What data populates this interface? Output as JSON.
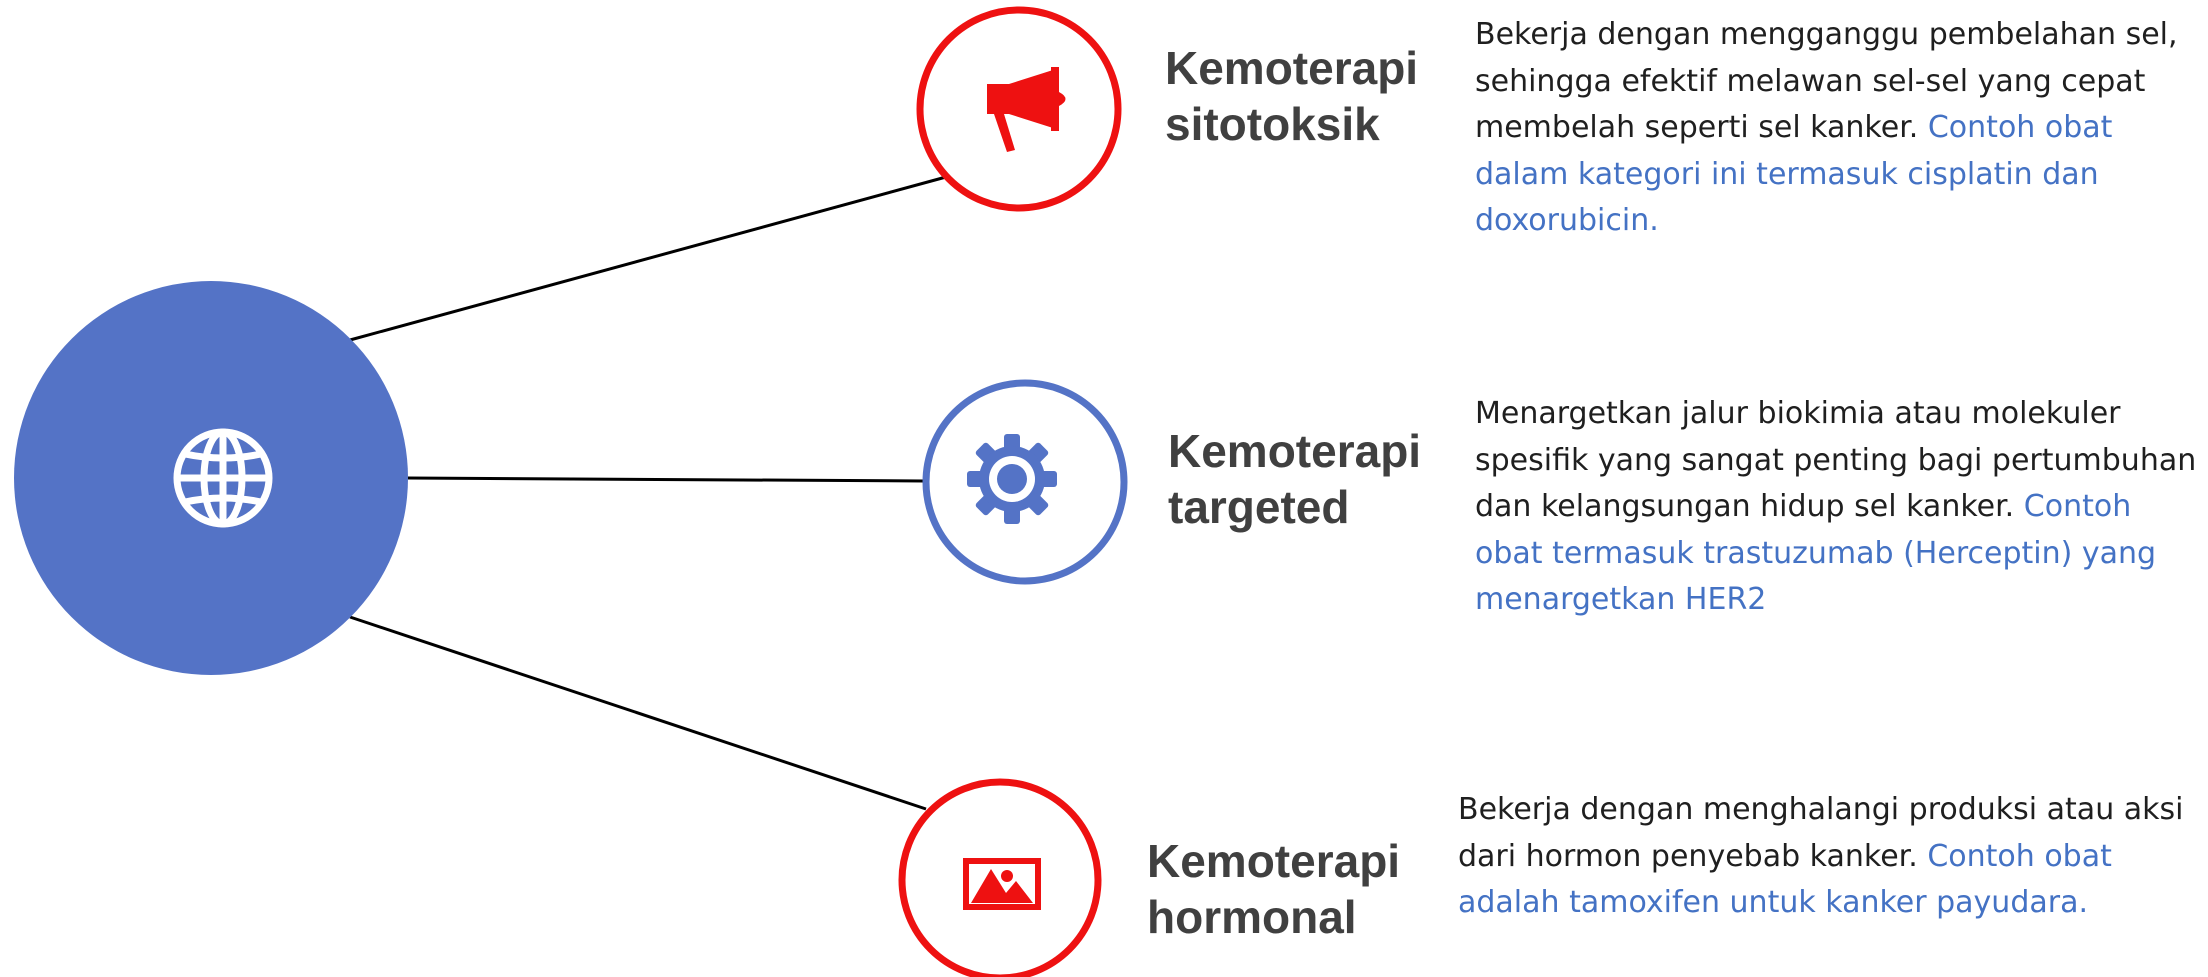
{
  "colors": {
    "hub_fill": "#5473c6",
    "red_accent": "#ee1111",
    "blue_accent": "#5473c6",
    "example_text": "#4472c4",
    "title_text": "#404040",
    "body_text": "#1f1f1f"
  },
  "hub": {
    "icon": "globe-icon"
  },
  "items": [
    {
      "title_line1": "Kemoterapi",
      "title_line2": "sitotoksik",
      "icon": "megaphone-icon",
      "accent": "red",
      "description": "Bekerja dengan mengganggu pembelahan sel, sehingga efektif melawan sel-sel yang cepat membelah seperti sel kanker.",
      "example": "Contoh obat dalam kategori ini termasuk cisplatin dan doxorubicin."
    },
    {
      "title_line1": "Kemoterapi",
      "title_line2": "targeted",
      "icon": "gear-icon",
      "accent": "blue",
      "description": "Menargetkan jalur biokimia atau molekuler spesifik yang sangat penting bagi pertumbuhan dan kelangsungan hidup sel kanker.",
      "example": "Contoh obat termasuk trastuzumab (Herceptin) yang menargetkan HER2"
    },
    {
      "title_line1": "Kemoterapi",
      "title_line2": "hormonal",
      "icon": "image-icon",
      "accent": "red",
      "description": "Bekerja dengan menghalangi produksi atau aksi dari hormon penyebab kanker.",
      "example": "Contoh obat adalah tamoxifen untuk kanker payudara."
    }
  ]
}
